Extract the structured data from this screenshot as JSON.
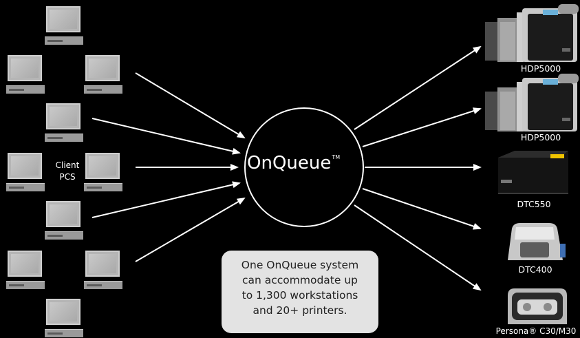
{
  "hub": {
    "label": "OnQueue",
    "trademark": "TM"
  },
  "clients": {
    "label_line1": "Client",
    "label_line2": "PCS"
  },
  "info_box": {
    "lines": [
      "One OnQueue system",
      "can accommodate up",
      "to 1,300 workstations",
      "and 20+ printers."
    ]
  },
  "printers": [
    {
      "name": "HDP5000"
    },
    {
      "name": "HDP5000"
    },
    {
      "name": "DTC550"
    },
    {
      "name": "DTC400"
    },
    {
      "name": "Persona® C30/M30"
    }
  ],
  "colors": {
    "background": "#000000",
    "foreground": "#ffffff",
    "info_box": "#e3e3e3",
    "info_text": "#222222"
  }
}
